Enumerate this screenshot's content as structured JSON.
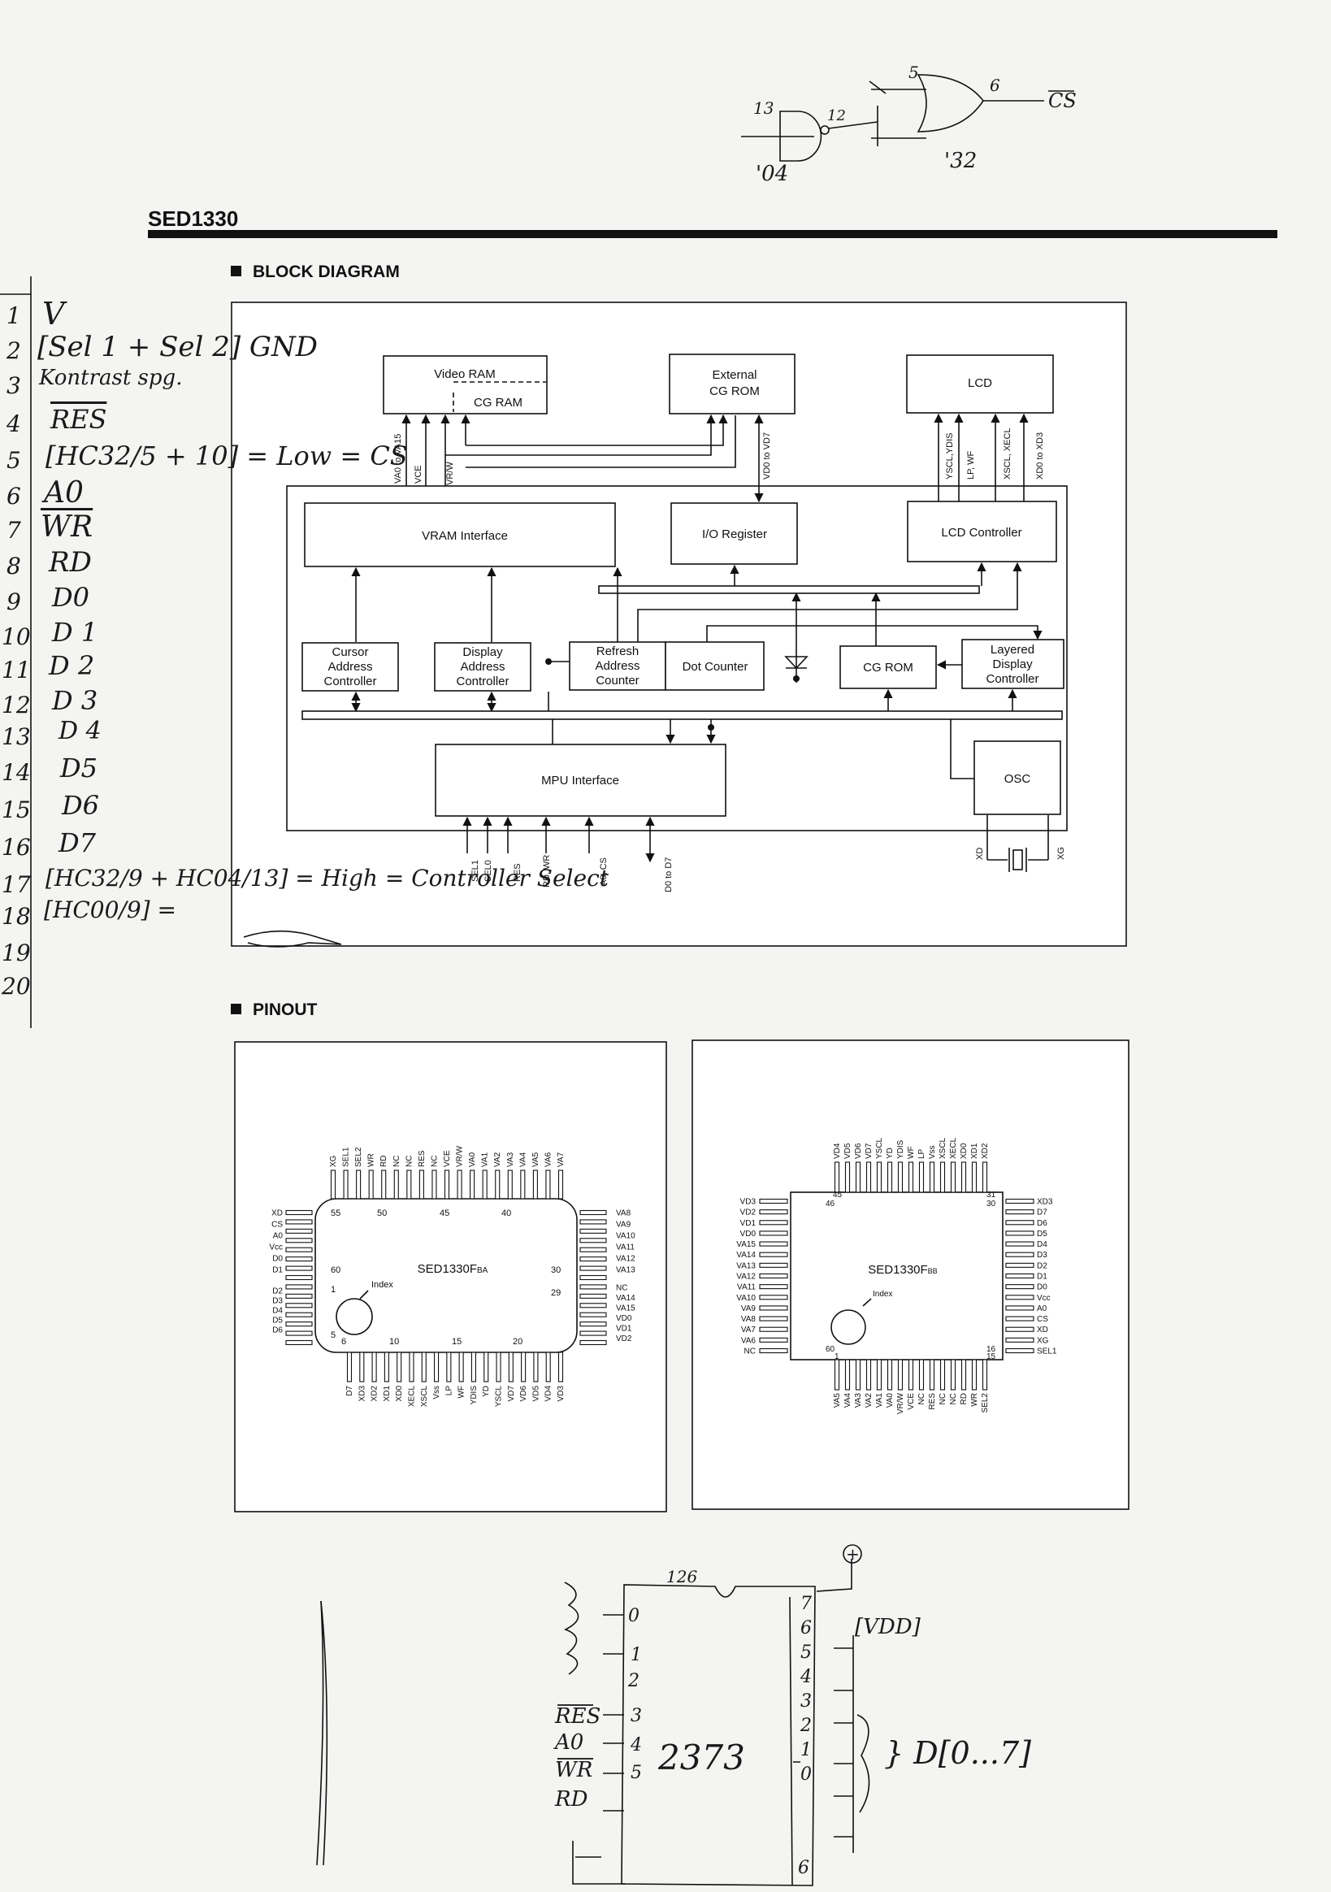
{
  "title": "SED1330",
  "block_diagram": {
    "heading": "BLOCK DIAGRAM",
    "blocks": {
      "video_ram": "Video RAM",
      "cg_ram": "CG RAM",
      "external_cg_rom": [
        "External",
        "CG ROM"
      ],
      "lcd": "LCD",
      "vram_interface": "VRAM Interface",
      "io_register": "I/O Register",
      "lcd_controller": "LCD Controller",
      "cursor_addr": [
        "Cursor",
        "Address",
        "Controller"
      ],
      "display_addr": [
        "Display",
        "Address",
        "Controller"
      ],
      "refresh_addr": [
        "Refresh",
        "Address",
        "Counter"
      ],
      "dot_counter": "Dot Counter",
      "cg_rom": "CG ROM",
      "layered": [
        "Layered",
        "Display",
        "Controller"
      ],
      "mpu_interface": "MPU Interface",
      "osc": "OSC"
    },
    "signals": {
      "va": "VA0 to VA15",
      "vce": "VCE",
      "vrw": "VR/W",
      "vd": "VD0 to VD7",
      "yscl": "YSCL,YDIS",
      "lp": "LP, WF",
      "xscl": "XSCL, XECL",
      "xd": "XD0 to XD3",
      "sel": "SEL1",
      "sel0": "SEL0",
      "res": "RES",
      "rd": "RD, WR",
      "a0": "A0, CS",
      "d": "D0 to D7",
      "xd_osc": "XD",
      "xg_osc": "XG"
    }
  },
  "pinout": {
    "heading": "PINOUT",
    "left_chip": {
      "name": "SED1330F",
      "suffix": "BA",
      "index": "Index",
      "nums": [
        "55",
        "50",
        "45",
        "40",
        "60",
        "30",
        "1",
        "29",
        "5",
        "6",
        "10",
        "15",
        "20"
      ],
      "top_pins": [
        "XG",
        "SEL1",
        "SEL2",
        "WR",
        "RD",
        "NC",
        "NC",
        "RES",
        "NC",
        "VCE",
        "VR/W",
        "VA0",
        "VA1",
        "VA2",
        "VA3",
        "VA4",
        "VA5",
        "VA6",
        "VA7"
      ],
      "left_pins": [
        "XD",
        "CS",
        "A0",
        "Vcc",
        "D0",
        "D1",
        "D2",
        "D3",
        "D4",
        "D5",
        "D6"
      ],
      "right_pins": [
        "VA8",
        "VA9",
        "VA10",
        "VA11",
        "VA12",
        "VA13",
        "NC",
        "VA14",
        "VA15",
        "VD0",
        "VD1",
        "VD2"
      ],
      "bottom_pins": [
        "D7",
        "XD3",
        "XD2",
        "XD1",
        "XD0",
        "XECL",
        "XSCL",
        "Vss",
        "LP",
        "WF",
        "YDIS",
        "YD",
        "YSCL",
        "VD7",
        "VD6",
        "VD5",
        "VD4",
        "VD3"
      ]
    },
    "right_chip": {
      "name": "SED1330F",
      "suffix": "BB",
      "index": "Index",
      "nums": [
        "45",
        "46",
        "31",
        "30",
        "60",
        "1",
        "16",
        "15"
      ],
      "top_pins": [
        "VD4",
        "VD5",
        "VD6",
        "VD7",
        "YSCL",
        "YD",
        "YDIS",
        "WF",
        "LP",
        "Vss",
        "XSCL",
        "XECL",
        "XD0",
        "XD1",
        "XD2"
      ],
      "left_pins": [
        "VD3",
        "VD2",
        "VD1",
        "VD0",
        "VA15",
        "VA14",
        "VA13",
        "VA12",
        "VA11",
        "VA10",
        "VA9",
        "VA8",
        "VA7",
        "VA6",
        "NC"
      ],
      "right_pins": [
        "XD3",
        "D7",
        "D6",
        "D5",
        "D4",
        "D3",
        "D2",
        "D1",
        "D0",
        "Vcc",
        "A0",
        "CS",
        "XD",
        "XG",
        "SEL1"
      ],
      "bottom_pins": [
        "VA5",
        "VA4",
        "VA3",
        "VA2",
        "VA1",
        "VA0",
        "VR/W",
        "VCE",
        "NC",
        "RES",
        "NC",
        "NC",
        "RD",
        "WR",
        "SEL2"
      ]
    }
  },
  "handwriting": {
    "gates": {
      "n13": "13",
      "n12": "12",
      "n5": "5",
      "n6": "6",
      "cs": "CS",
      "g04": "'04",
      "g32": "'32"
    },
    "pin_numbers": [
      "1",
      "2",
      "3",
      "4",
      "5",
      "6",
      "7",
      "8",
      "9",
      "10",
      "11",
      "12",
      "13",
      "14",
      "15",
      "16",
      "17",
      "18",
      "19",
      "20"
    ],
    "pin_notes": [
      "V",
      "[Sel 1 + Sel 2] GND",
      "Kontrast spg.",
      "RES",
      "[HC32/5 + 10] = Low = CS",
      "A0",
      "WR",
      "RD",
      "D0",
      "D 1",
      "D 2",
      "D 3",
      "D 4",
      "D5",
      "D6",
      "D7",
      "[HC32/9 + HC04/13] = High = Controller Select",
      "[HC00/9] ="
    ],
    "bottom": {
      "label_126": "126",
      "plus": "+",
      "vdd": "[VDD]",
      "chip": "2373",
      "data_bus": "} D[0...7]",
      "left_labels": [
        "RES",
        "A0",
        "WR",
        "RD"
      ],
      "left_nums": [
        "0",
        "1",
        "2",
        "3",
        "4",
        "5"
      ],
      "right_nums": [
        "7",
        "6",
        "5",
        "4",
        "3",
        "2",
        "1",
        "0",
        "6"
      ]
    }
  }
}
